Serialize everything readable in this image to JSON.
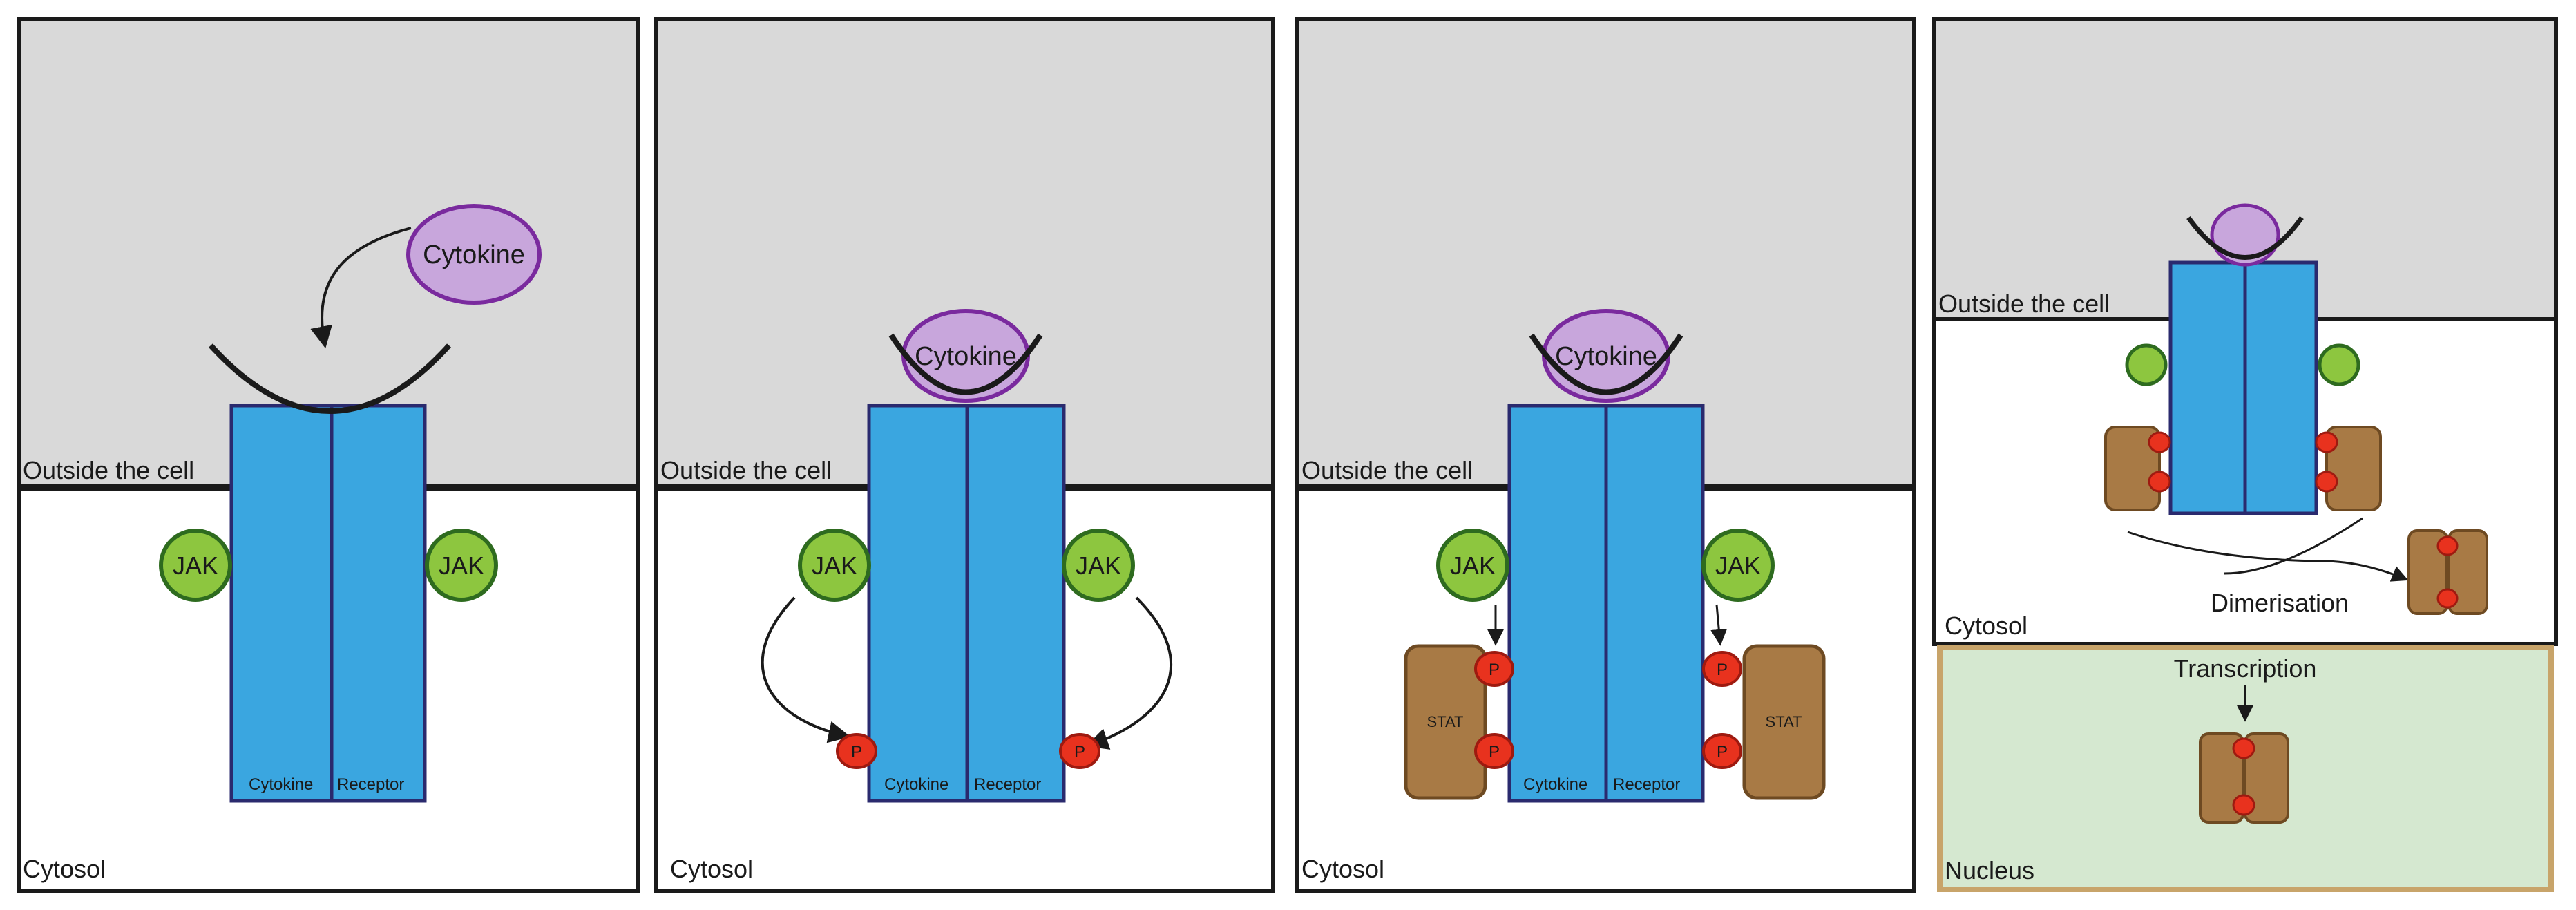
{
  "labels": {
    "outside": "Outside the cell",
    "cytosol": "Cytosol",
    "nucleus": "Nucleus",
    "cytokine": "Cytokine",
    "jak": "JAK",
    "stat": "STAT",
    "p": "P",
    "receptor_left": "Cytokine",
    "receptor_right": "Receptor",
    "dimerisation": "Dimerisation",
    "transcription": "Transcription"
  },
  "colors": {
    "extracellular": "#d9d9d9",
    "cytosol": "#ffffff",
    "nucleus": "#d5e8d0",
    "nucleus_border": "#c8a46a",
    "receptor": "#3aa6e0",
    "receptor_border": "#2a2a6e",
    "cytokine": "#c8a6dc",
    "cytokine_border": "#7a2a9e",
    "jak": "#8dc63f",
    "jak_border": "#2e6b1f",
    "stat": "#a87a45",
    "stat_border": "#6e4a22",
    "phospho": "#e8321e",
    "phospho_border": "#9e1a10"
  }
}
